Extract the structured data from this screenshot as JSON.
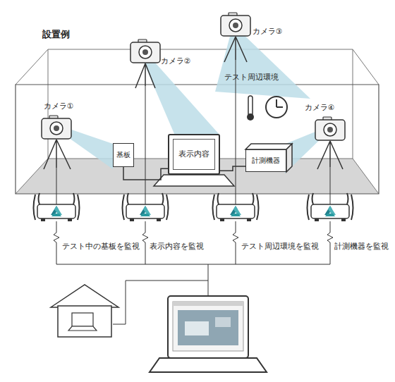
{
  "diagram": {
    "title": "設置例",
    "nodes": [
      {
        "text": [
          "カメラ①"
        ]
      },
      {
        "text": [
          "カメラ②"
        ]
      },
      {
        "text": [
          "カメラ③"
        ]
      },
      {
        "text": [
          "カメラ④"
        ]
      },
      {
        "text": [
          "基板"
        ]
      },
      {
        "text": [
          "表示内容"
        ]
      },
      {
        "text": [
          "計測機器"
        ]
      }
    ],
    "edges": [
      {
        "from": 4,
        "to": 5,
        "arrow": "none"
      },
      {
        "from": 5,
        "to": 6,
        "arrow": "none"
      }
    ],
    "labels": [
      "テスト周辺環境",
      "テスト中の基板を監視",
      "表示内容を監視",
      "テスト周辺環境を監視",
      "計測機器を監視"
    ]
  }
}
